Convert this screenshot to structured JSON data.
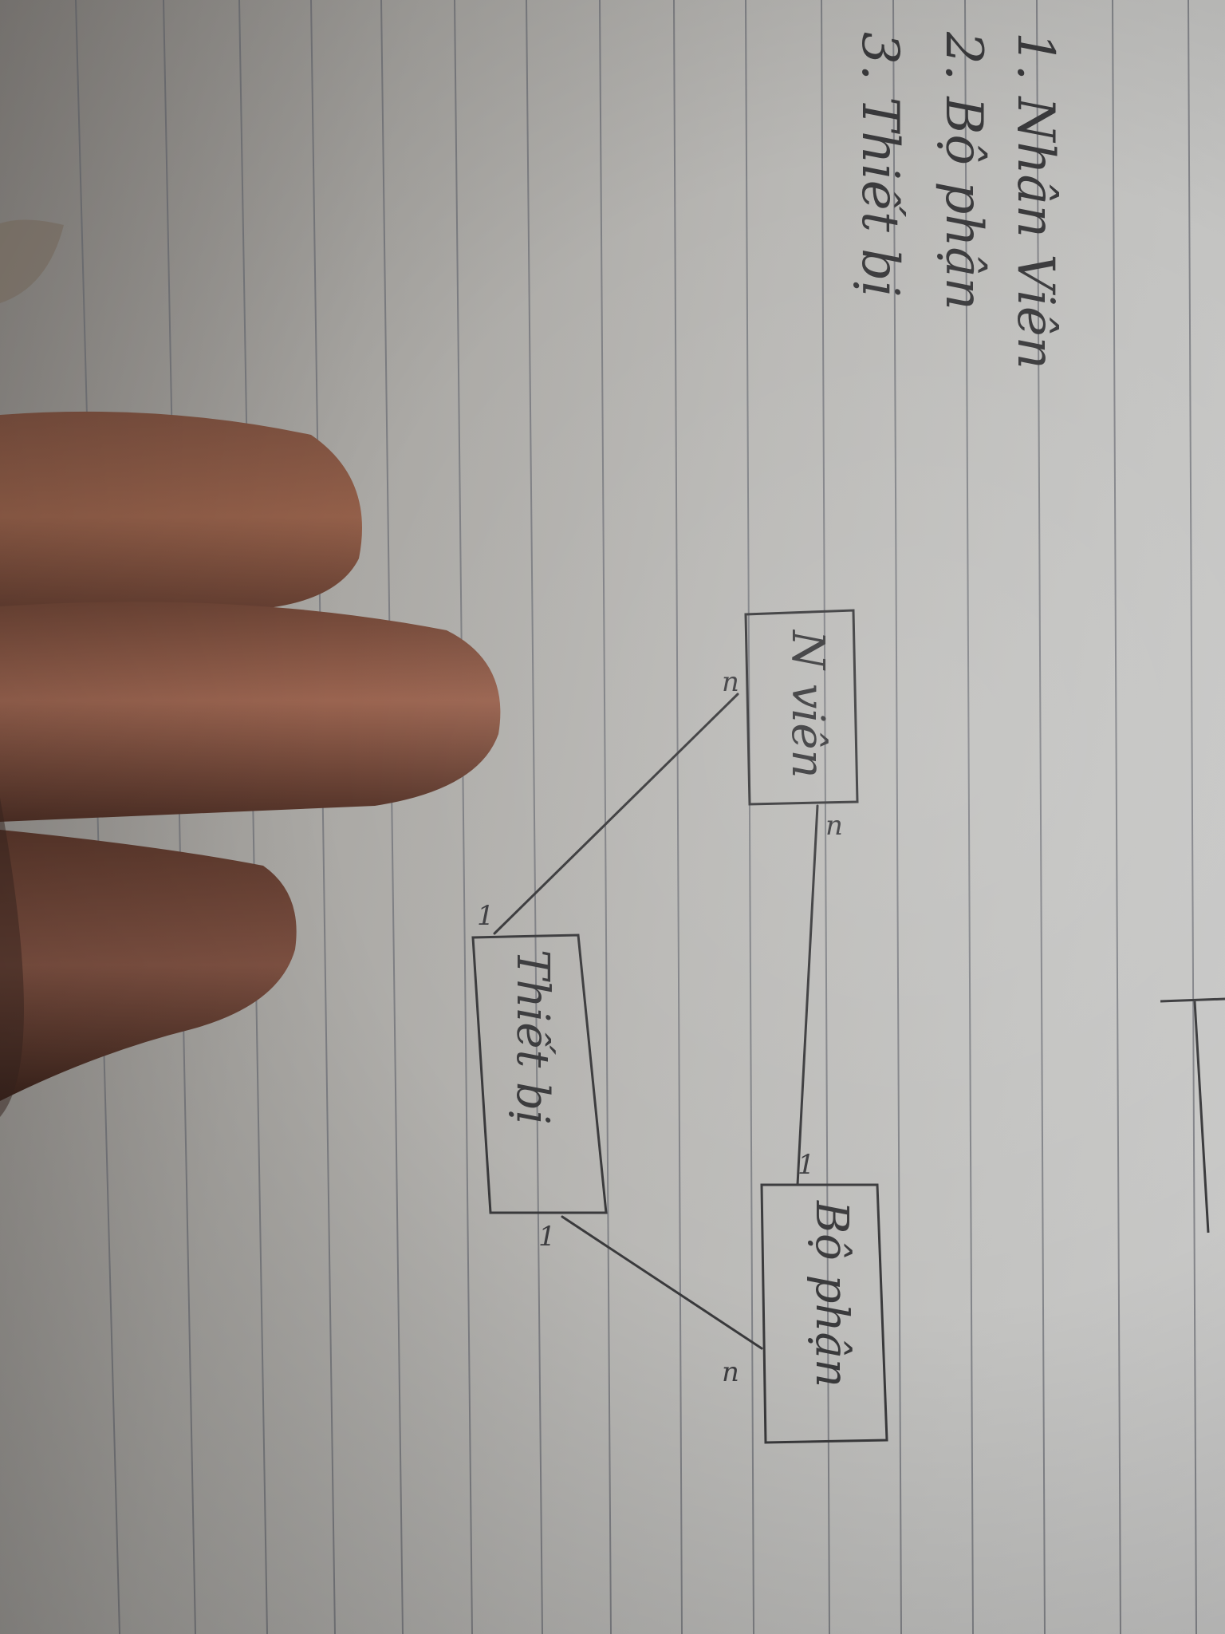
{
  "note": {
    "list": [
      {
        "text": "1. Nhân Viên"
      },
      {
        "text": "2. Bộ phận"
      },
      {
        "text": "3. Thiết bị"
      }
    ],
    "entities": {
      "employee": "N viên",
      "device": "Thiết bị",
      "department": "Bộ phận"
    },
    "multiplicities": {
      "emp_device_at_emp": "n",
      "emp_device_at_device": "1",
      "emp_dept_at_emp": "n",
      "emp_dept_at_dept": "1",
      "device_dept_at_device": "1",
      "device_dept_at_dept": "n"
    }
  },
  "colors": {
    "paper": "#b9b8b5",
    "ruled_line": "#6e7077",
    "ink": "#3a3a3c",
    "skin": "#8a5a45"
  }
}
